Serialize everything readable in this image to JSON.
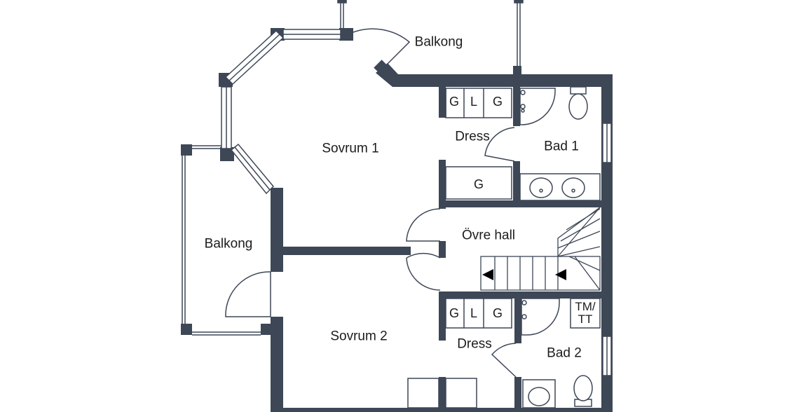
{
  "rooms": {
    "balkong_top": "Balkong",
    "sovrum_1": "Sovrum 1",
    "dress_1": "Dress",
    "bad_1": "Bad 1",
    "balkong_left": "Balkong",
    "ovre_hall": "Övre hall",
    "sovrum_2": "Sovrum 2",
    "dress_2": "Dress",
    "bad_2": "Bad 2"
  },
  "closets": {
    "dress1": [
      "G",
      "L",
      "G"
    ],
    "hall": "G",
    "dress2": [
      "G",
      "L",
      "G"
    ]
  },
  "fixtures": {
    "tm": "TM/",
    "tt": "TT"
  },
  "colors": {
    "wall": "#3d4756",
    "line": "#3d4756",
    "window": "#ffffff",
    "background": "#ffffff"
  }
}
